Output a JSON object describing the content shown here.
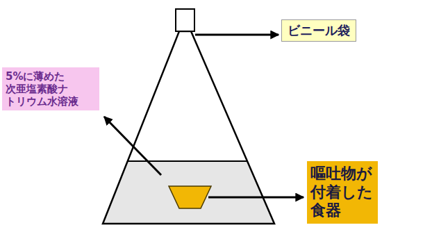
{
  "diagram": {
    "nodes": [
      {
        "text": [
          "ビニール袋"
        ]
      },
      {
        "text": [
          "5%に薄めた 次亜塩素酸ナ トリウム水溶液"
        ]
      },
      {
        "text": [
          "嘔吐物が 付着した 食器"
        ]
      }
    ]
  }
}
